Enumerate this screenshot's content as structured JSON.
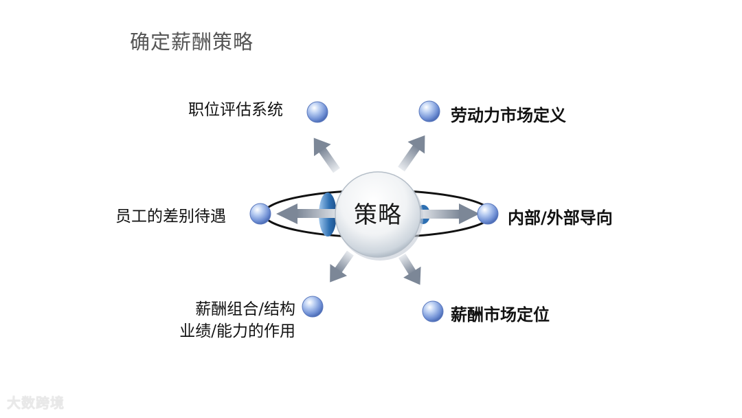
{
  "title": "确定薪酬策略",
  "center": "策略",
  "nodes": {
    "job_evaluation": "职位评估系统",
    "labor_market": "劳动力市场定义",
    "employee_treatment": "员工的差别待遇",
    "orientation": "内部/外部导向",
    "pay_mix_line1": "薪酬组合/结构",
    "pay_mix_line2": "业绩/能力的作用",
    "pay_positioning": "薪酬市场定位"
  },
  "watermark": "大数跨境",
  "colors": {
    "ball": "#7f9fdd",
    "arrow": "#8e99a8",
    "lens": "#2d6fb2"
  }
}
